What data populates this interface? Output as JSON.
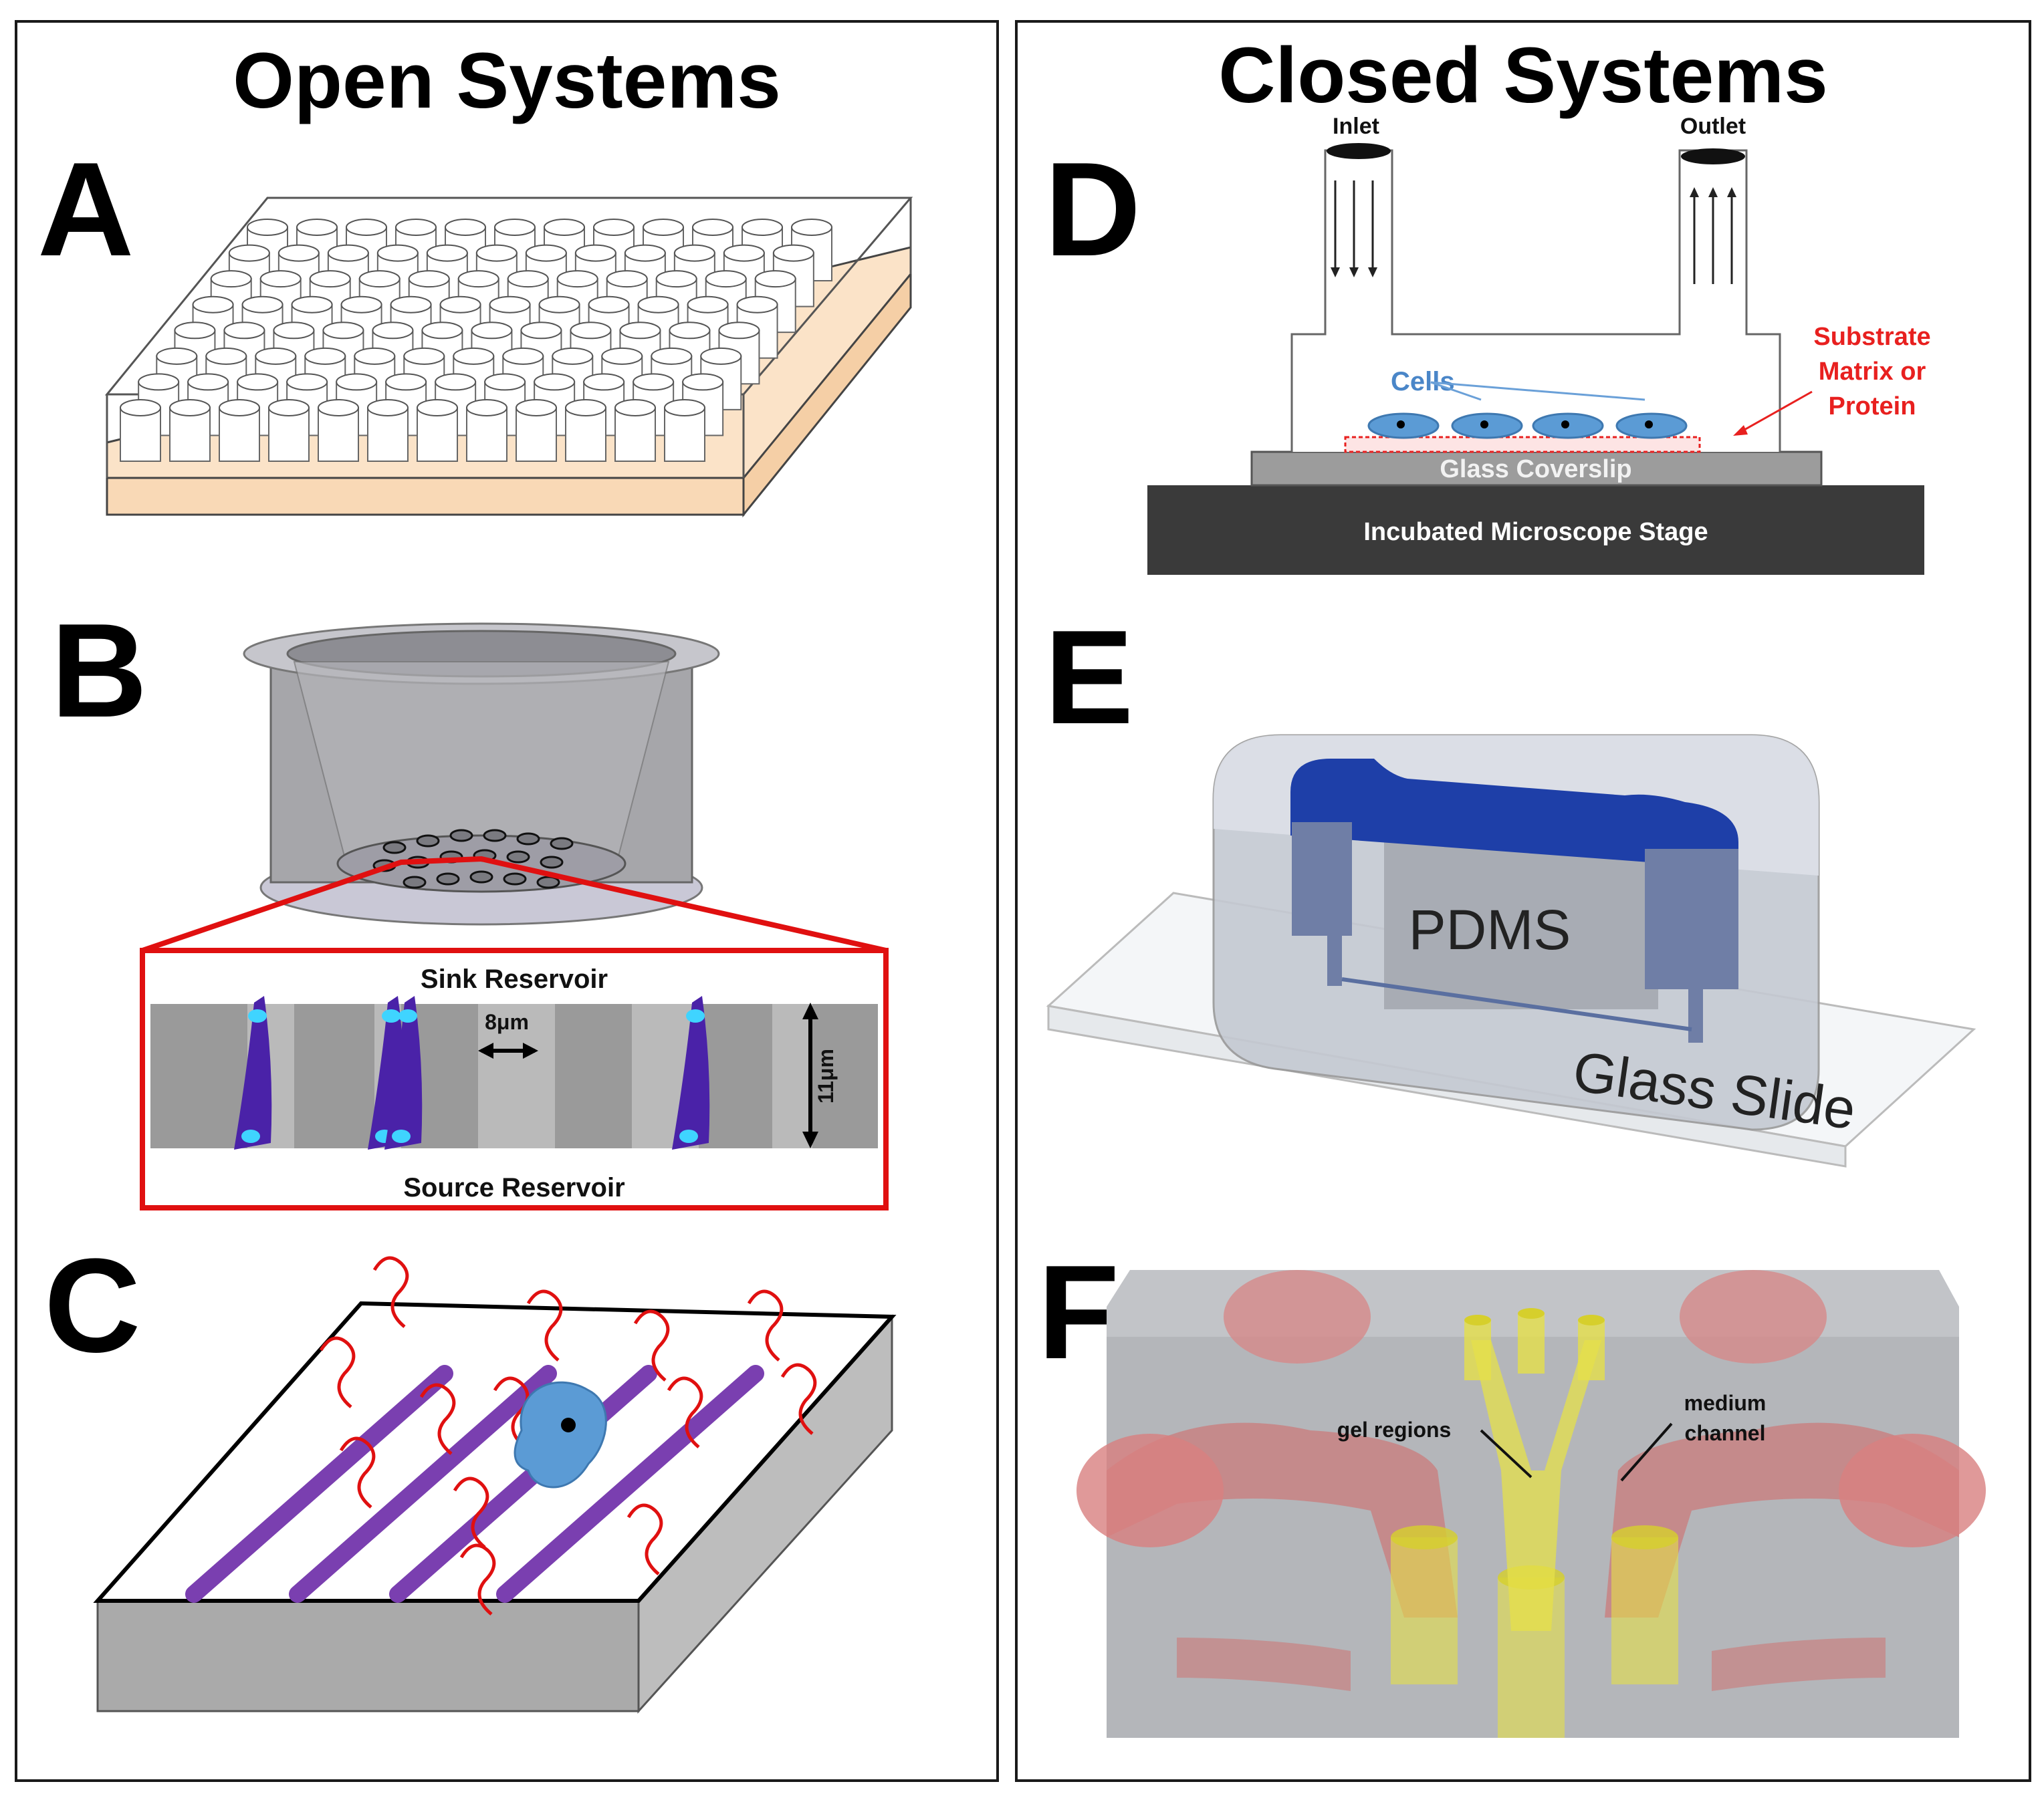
{
  "titles": {
    "open": "Open Systems",
    "closed": "Closed Systems"
  },
  "panel_letters": {
    "a": "A",
    "b": "B",
    "c": "C",
    "d": "D",
    "e": "E",
    "f": "F"
  },
  "panel_b": {
    "sink_label": "Sink  Reservoir",
    "source_label": "Source Reservoir",
    "width_label": "8μm",
    "height_label": "11μm"
  },
  "panel_d": {
    "inlet_label": "Inlet",
    "outlet_label": "Outlet",
    "cells_label": "Cells",
    "substrate_line1": "Substrate",
    "substrate_line2": "Matrix or",
    "substrate_line3": "Protein",
    "coverslip_label": "Glass Coverslip",
    "stage_label": "Incubated Microscope Stage"
  },
  "panel_e": {
    "pdms_label": "PDMS",
    "slide_label": "Glass Slide"
  },
  "panel_f": {
    "gel_label": "gel regions",
    "medium_line1": "medium",
    "medium_line2": "channel"
  },
  "colors": {
    "well_base": "#fbe3c8",
    "cell_blue": "#5b9bd5",
    "label_red": "#e8201f",
    "fiber_purple": "#7a3fb0",
    "pdms_channel": "#1e3fa8",
    "gel_yellow": "#e5e04a",
    "medium_red": "#d67a7a"
  }
}
